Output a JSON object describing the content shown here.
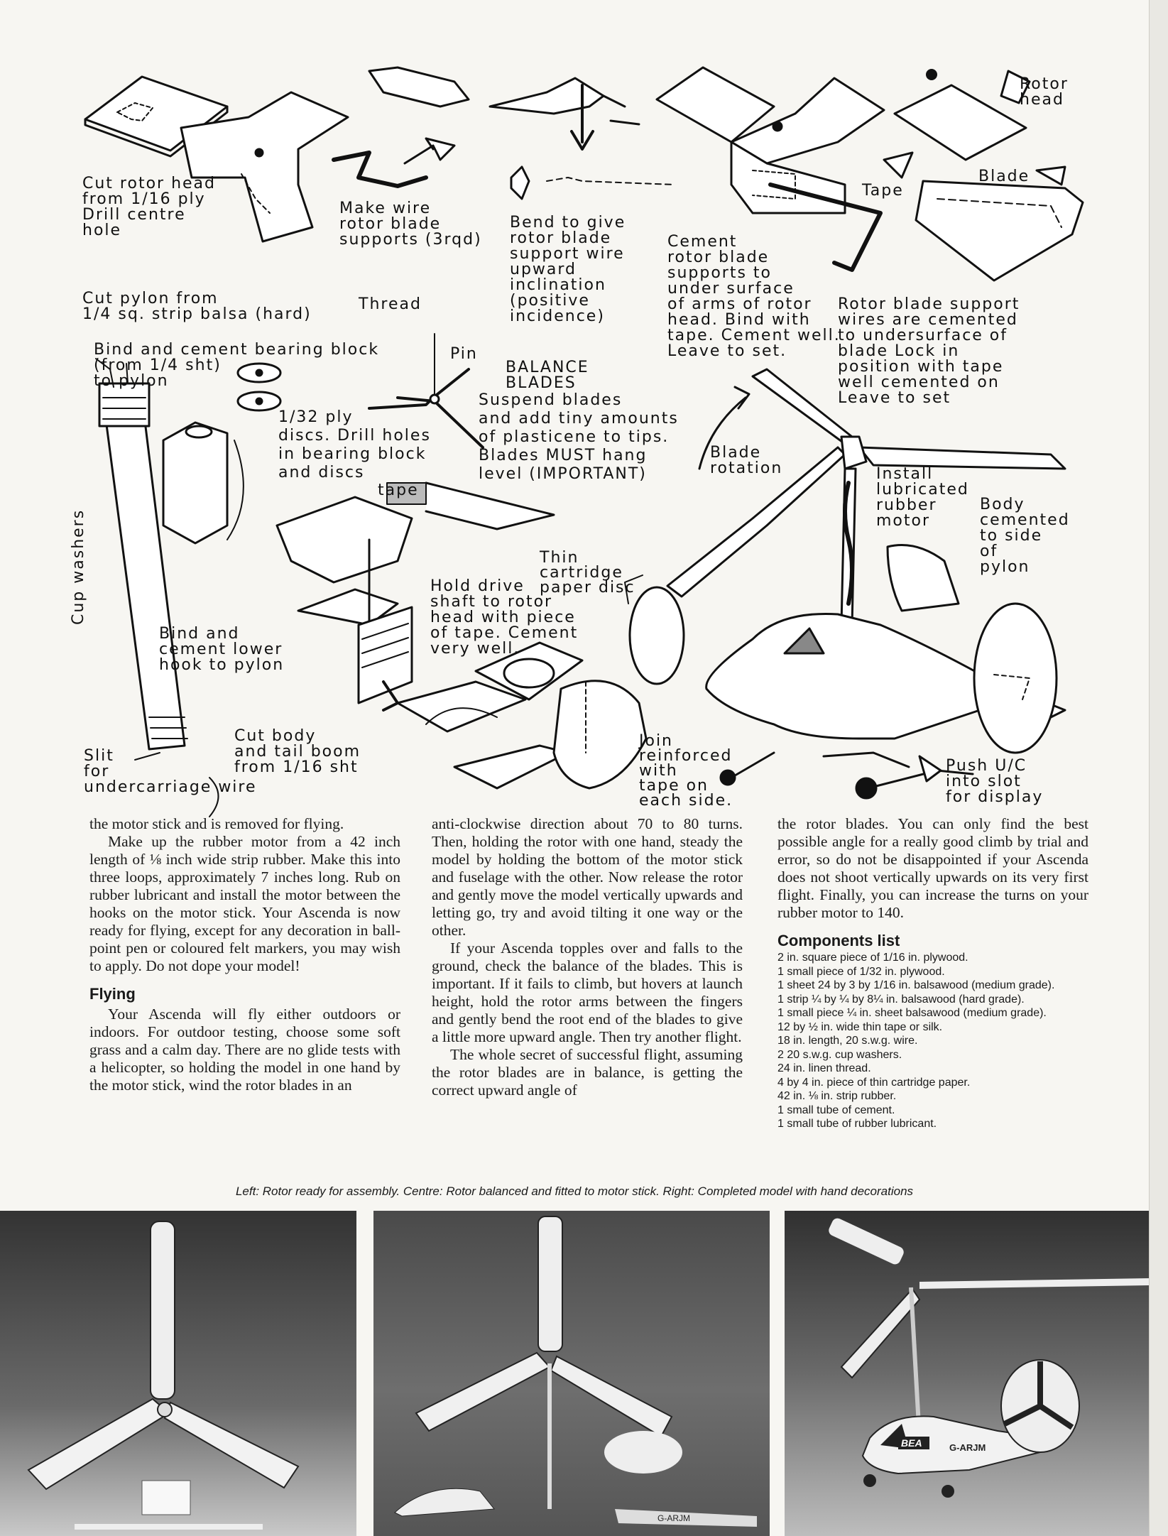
{
  "labels": {
    "cut_rotor_head": "Cut rotor head\nfrom 1/16 ply\nDrill centre\nhole",
    "make_wire": "Make wire\nrotor blade\nsupports (3rqd)",
    "bend_wire": "Bend to give\nrotor blade\nsupport wire\nupward\ninclination\n(positive\nincidence)",
    "cement_supports": "Cement\nrotor blade\nsupports to\nunder surface\nof arms of rotor\nhead. Bind with\ntape. Cement well.\nLeave to set.",
    "tape": "Tape",
    "rotor_head": "Rotor\nhead",
    "blade": "Blade",
    "rotor_blade_support": "Rotor blade support\nwires are cemented\nto undersurface of\nblade Lock in\nposition with tape\nwell cemented on\nLeave to set",
    "cut_pylon": "Cut pylon from\n1/4 sq. strip balsa (hard)",
    "thread": "Thread",
    "pin": "Pin",
    "balance_title": "BALANCE\nBLADES",
    "balance_text": "Suspend blades\nand add tiny amounts\nof plasticene to tips.\nBlades MUST hang\nlevel (IMPORTANT)",
    "blade_rotation": "Blade\nrotation",
    "bind_bearing": "Bind and cement bearing block\n(from 1/4 sht)\nto pylon",
    "ply_discs": "1/32 ply\ndiscs. Drill holes\nin bearing block\nand discs",
    "tape_small": "tape",
    "install_motor": "Install\nlubricated\nrubber\nmotor",
    "body_cemented": "Body\ncemented\nto side\nof\npylon",
    "cup_washers": "Cup washers",
    "thin_cartridge": "Thin\ncartridge\npaper disc",
    "hold_drive": "Hold drive\nshaft to rotor\nhead with piece\nof tape. Cement\nvery well.",
    "bind_lower_hook": "Bind and\ncement lower\nhook to pylon",
    "cut_body": "Cut body\nand tail boom\nfrom 1/16 sht",
    "join_reinforced": "Join\nreinforced\nwith\ntape on\neach side.",
    "slit_for": "Slit\nfor\nundercarriage wire",
    "push_uc": "Push U/C\ninto slot\nfor display"
  },
  "col1": {
    "p0": "the motor stick and is removed for flying.",
    "p1": "Make up the rubber motor from a 42 inch length of ⅛ inch wide strip rubber. Make this into three loops, approximately 7 inches long. Rub on rubber lubricant and install the motor between the hooks on the motor stick. Your Ascenda is now ready for flying, except for any decoration in ball-point pen or coloured felt markers, you may wish to apply. Do not dope your model!",
    "heading": "Flying",
    "p2": "Your Ascenda will fly either outdoors or indoors. For outdoor testing, choose some soft grass and a calm day. There are no glide tests with a helicopter, so holding the model in one hand by the motor stick, wind the rotor blades in an"
  },
  "col2": {
    "p0": "anti-clockwise direction about 70 to 80 turns. Then, holding the rotor with one hand, steady the model by holding the bottom of the motor stick and fuselage with the other. Now release the rotor and gently move the model vertically upwards and letting go, try and avoid tilting it one way or the other.",
    "p1": "If your Ascenda topples over and falls to the ground, check the balance of the blades. This is important. If it fails to climb, but hovers at launch height, hold the rotor arms between the fingers and gently bend the root end of the blades to give a little more upward angle. Then try another flight.",
    "p2": "The whole secret of successful flight, assuming the rotor blades are in balance, is getting the correct upward angle of"
  },
  "col3": {
    "p0": "the rotor blades. You can only find the best possible angle for a really good climb by trial and error, so do not be disappointed if your Ascenda does not shoot vertically upwards on its very first flight. Finally, you can increase the turns on your rubber motor to 140.",
    "heading": "Components list",
    "items": [
      "2 in. square piece of 1/16 in. plywood.",
      "1 small piece of 1/32 in. plywood.",
      "1 sheet 24 by 3 by 1/16 in. balsawood (medium grade).",
      "1 strip ¼ by ¼ by 8¼ in. balsawood (hard grade).",
      "1 small piece ¼ in. sheet balsawood (medium grade).",
      "12 by ½ in. wide thin tape or silk.",
      "18 in. length, 20 s.w.g. wire.",
      "2 20 s.w.g. cup washers.",
      "24 in. linen thread.",
      "4 by 4 in. piece of thin cartridge paper.",
      "42 in. ⅛ in. strip rubber.",
      "1 small tube of cement.",
      "1 small tube of rubber lubricant."
    ]
  },
  "caption": "Left: Rotor ready for assembly. Centre: Rotor balanced and fitted to motor stick. Right: Completed model with hand decorations",
  "photos": {
    "center_tail_text": "G-ARJM",
    "right_logo": "BEA",
    "right_registration": "G-ARJM"
  }
}
